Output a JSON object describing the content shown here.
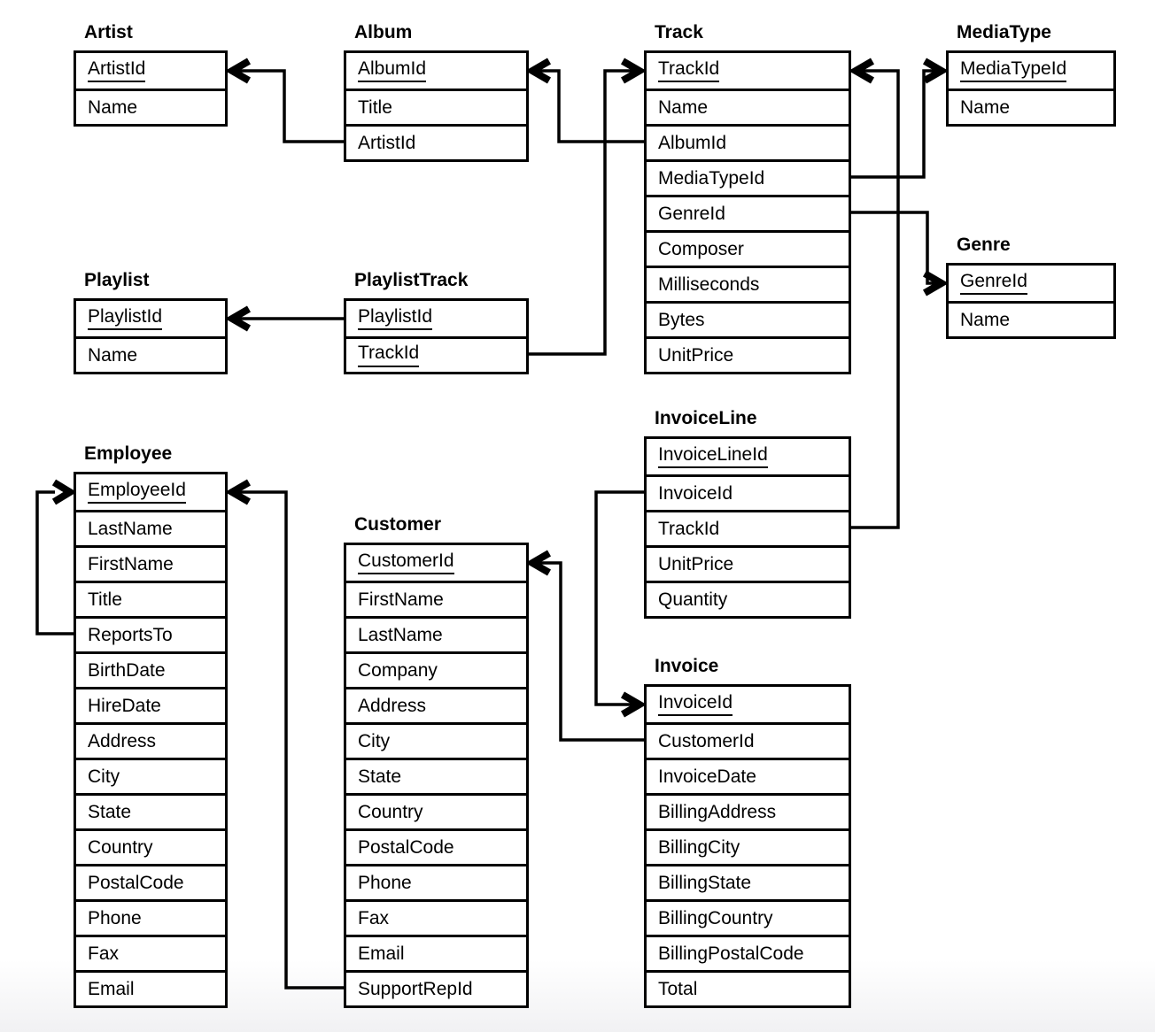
{
  "diagram": {
    "kind": "entity-relationship-schema",
    "colors": {
      "line": "#000000",
      "background": "#ffffff",
      "text": "#000000"
    }
  },
  "tables": {
    "artist": {
      "title": "Artist",
      "fields": [
        {
          "name": "ArtistId",
          "pk": true
        },
        {
          "name": "Name",
          "pk": false
        }
      ]
    },
    "album": {
      "title": "Album",
      "fields": [
        {
          "name": "AlbumId",
          "pk": true
        },
        {
          "name": "Title",
          "pk": false
        },
        {
          "name": "ArtistId",
          "pk": false
        }
      ]
    },
    "track": {
      "title": "Track",
      "fields": [
        {
          "name": "TrackId",
          "pk": true
        },
        {
          "name": "Name",
          "pk": false
        },
        {
          "name": "AlbumId",
          "pk": false
        },
        {
          "name": "MediaTypeId",
          "pk": false
        },
        {
          "name": "GenreId",
          "pk": false
        },
        {
          "name": "Composer",
          "pk": false
        },
        {
          "name": "Milliseconds",
          "pk": false
        },
        {
          "name": "Bytes",
          "pk": false
        },
        {
          "name": "UnitPrice",
          "pk": false
        }
      ]
    },
    "mediatype": {
      "title": "MediaType",
      "fields": [
        {
          "name": "MediaTypeId",
          "pk": true
        },
        {
          "name": "Name",
          "pk": false
        }
      ]
    },
    "genre": {
      "title": "Genre",
      "fields": [
        {
          "name": "GenreId",
          "pk": true
        },
        {
          "name": "Name",
          "pk": false
        }
      ]
    },
    "playlist": {
      "title": "Playlist",
      "fields": [
        {
          "name": "PlaylistId",
          "pk": true
        },
        {
          "name": "Name",
          "pk": false
        }
      ]
    },
    "playlisttrack": {
      "title": "PlaylistTrack",
      "fields": [
        {
          "name": "PlaylistId",
          "pk": true
        },
        {
          "name": "TrackId",
          "pk": true
        }
      ]
    },
    "employee": {
      "title": "Employee",
      "fields": [
        {
          "name": "EmployeeId",
          "pk": true
        },
        {
          "name": "LastName",
          "pk": false
        },
        {
          "name": "FirstName",
          "pk": false
        },
        {
          "name": "Title",
          "pk": false
        },
        {
          "name": "ReportsTo",
          "pk": false
        },
        {
          "name": "BirthDate",
          "pk": false
        },
        {
          "name": "HireDate",
          "pk": false
        },
        {
          "name": "Address",
          "pk": false
        },
        {
          "name": "City",
          "pk": false
        },
        {
          "name": "State",
          "pk": false
        },
        {
          "name": "Country",
          "pk": false
        },
        {
          "name": "PostalCode",
          "pk": false
        },
        {
          "name": "Phone",
          "pk": false
        },
        {
          "name": "Fax",
          "pk": false
        },
        {
          "name": "Email",
          "pk": false
        }
      ]
    },
    "customer": {
      "title": "Customer",
      "fields": [
        {
          "name": "CustomerId",
          "pk": true
        },
        {
          "name": "FirstName",
          "pk": false
        },
        {
          "name": "LastName",
          "pk": false
        },
        {
          "name": "Company",
          "pk": false
        },
        {
          "name": "Address",
          "pk": false
        },
        {
          "name": "City",
          "pk": false
        },
        {
          "name": "State",
          "pk": false
        },
        {
          "name": "Country",
          "pk": false
        },
        {
          "name": "PostalCode",
          "pk": false
        },
        {
          "name": "Phone",
          "pk": false
        },
        {
          "name": "Fax",
          "pk": false
        },
        {
          "name": "Email",
          "pk": false
        },
        {
          "name": "SupportRepId",
          "pk": false
        }
      ]
    },
    "invoiceline": {
      "title": "InvoiceLine",
      "fields": [
        {
          "name": "InvoiceLineId",
          "pk": true
        },
        {
          "name": "InvoiceId",
          "pk": false
        },
        {
          "name": "TrackId",
          "pk": false
        },
        {
          "name": "UnitPrice",
          "pk": false
        },
        {
          "name": "Quantity",
          "pk": false
        }
      ]
    },
    "invoice": {
      "title": "Invoice",
      "fields": [
        {
          "name": "InvoiceId",
          "pk": true
        },
        {
          "name": "CustomerId",
          "pk": false
        },
        {
          "name": "InvoiceDate",
          "pk": false
        },
        {
          "name": "BillingAddress",
          "pk": false
        },
        {
          "name": "BillingCity",
          "pk": false
        },
        {
          "name": "BillingState",
          "pk": false
        },
        {
          "name": "BillingCountry",
          "pk": false
        },
        {
          "name": "BillingPostalCode",
          "pk": false
        },
        {
          "name": "Total",
          "pk": false
        }
      ]
    }
  },
  "relationships": [
    {
      "from": "Album.ArtistId",
      "to": "Artist.ArtistId"
    },
    {
      "from": "Track.AlbumId",
      "to": "Album.AlbumId"
    },
    {
      "from": "PlaylistTrack.PlaylistId",
      "to": "Playlist.PlaylistId"
    },
    {
      "from": "PlaylistTrack.TrackId",
      "to": "Track.TrackId"
    },
    {
      "from": "Track.MediaTypeId",
      "to": "MediaType.MediaTypeId"
    },
    {
      "from": "Track.GenreId",
      "to": "Genre.GenreId"
    },
    {
      "from": "InvoiceLine.TrackId",
      "to": "Track.TrackId"
    },
    {
      "from": "InvoiceLine.InvoiceId",
      "to": "Invoice.InvoiceId"
    },
    {
      "from": "Invoice.CustomerId",
      "to": "Customer.CustomerId"
    },
    {
      "from": "Customer.SupportRepId",
      "to": "Employee.EmployeeId"
    },
    {
      "from": "Employee.ReportsTo",
      "to": "Employee.EmployeeId"
    }
  ]
}
